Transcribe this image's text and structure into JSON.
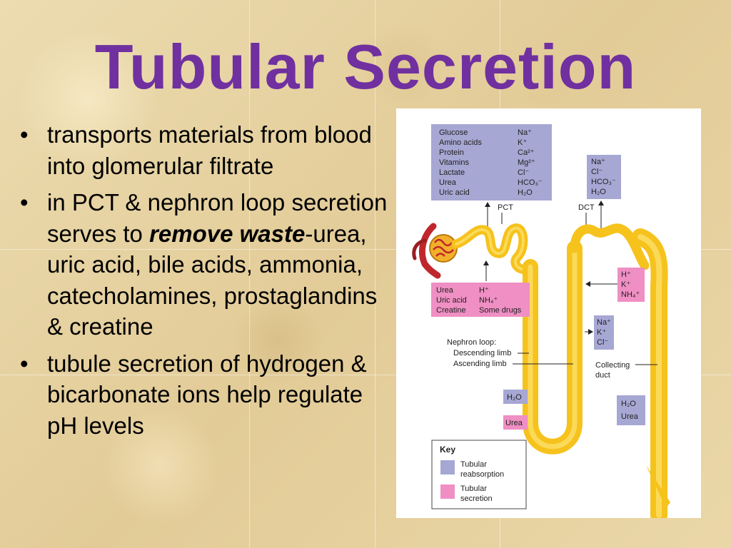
{
  "slide": {
    "title": "Tubular Secretion",
    "bullets": [
      {
        "text": "transports materials from blood into glomerular filtrate"
      },
      {
        "pre": "in PCT & nephron loop secretion serves to ",
        "em": "remove waste",
        "post": "-urea, uric acid, bile acids, ammonia, catecholamines, prostaglandins & creatine"
      },
      {
        "text": "tubule secretion of hydrogen & bicarbonate ions help regulate pH levels"
      }
    ]
  },
  "diagram": {
    "colors": {
      "reabsorption": "#a7a7d4",
      "secretion": "#ef8fc3",
      "tubule": "#f6c21c",
      "tubule_light": "#fde06a",
      "vessel": "#c0272d"
    },
    "pct_reabsorption_left": [
      "Glucose",
      "Amino acids",
      "Protein",
      "Vitamins",
      "Lactate",
      "Urea",
      "Uric acid"
    ],
    "pct_reabsorption_right": [
      "Na⁺",
      "K⁺",
      "Ca²⁺",
      "Mg²⁺",
      "Cl⁻",
      "HCO₃⁻",
      "H₂O"
    ],
    "dct_reabsorption": [
      "Na⁺",
      "Cl⁻",
      "HCO₃⁻",
      "H₂O"
    ],
    "pct_label": "PCT",
    "dct_label": "DCT",
    "pct_secretion_left": [
      "Urea",
      "Uric acid",
      "Creatine"
    ],
    "pct_secretion_right": [
      "H⁺",
      "NH₄⁺",
      "Some drugs"
    ],
    "dct_secretion": [
      "H⁺",
      "K⁺",
      "NH₄⁺"
    ],
    "ascending_reabsorption": [
      "Na⁺",
      "K⁺",
      "Cl⁻"
    ],
    "nephron_loop_label": "Nephron loop:",
    "descending_label": "Descending limb",
    "ascending_label": "Ascending limb",
    "collecting_label": [
      "Collecting",
      "duct"
    ],
    "desc_h2o": "H₂O",
    "desc_urea": "Urea",
    "duct_reabsorption": [
      "H₂O",
      "Urea"
    ],
    "key": {
      "title": "Key",
      "reabsorption": [
        "Tubular",
        "reabsorption"
      ],
      "secretion": [
        "Tubular",
        "secretion"
      ]
    }
  }
}
